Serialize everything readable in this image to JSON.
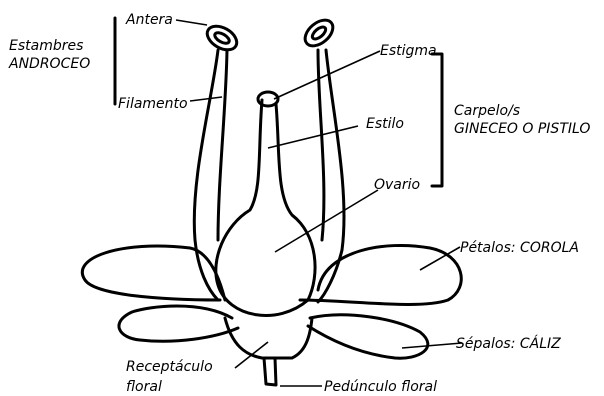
{
  "labels": {
    "antera": "Antera",
    "filamento": "Filamento",
    "estambres": "Estambres",
    "androceo": "ANDROCEO",
    "estigma": "Estigma",
    "estilo": "Estilo",
    "ovario": "Ovario",
    "carpelos": "Carpelo/s",
    "gineceo": "GINECEO O PISTILO",
    "petalos": "Pétalos: COROLA",
    "sepalos": "Sépalos: CÁLIZ",
    "receptaculo_1": "Receptáculo",
    "receptaculo_2": "floral",
    "pedunculo": "Pedúnculo floral"
  }
}
